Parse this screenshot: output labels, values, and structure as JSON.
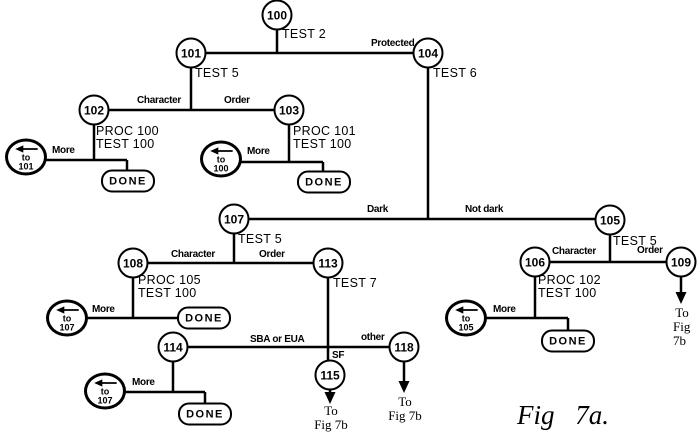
{
  "caption": "Fig 7a.",
  "labels": {
    "more": "More",
    "done": "DONE",
    "character": "Character",
    "order": "Order",
    "protected": "Protected",
    "dark": "Dark",
    "not_dark": "Not dark",
    "other": "other",
    "sba_or_eua": "SBA or EUA",
    "sf": "SF",
    "to": "To",
    "fig7b": "Fig 7b",
    "to_word": "to"
  },
  "nodes": {
    "n100": "100",
    "n101": "101",
    "n102": "102",
    "n103": "103",
    "n104": "104",
    "n105": "105",
    "n106": "106",
    "n107": "107",
    "n108": "108",
    "n109": "109",
    "n113": "113",
    "n114": "114",
    "n115": "115",
    "n118": "118"
  },
  "node_texts": {
    "test2": "TEST 2",
    "test5": "TEST 5",
    "test6": "TEST 6",
    "test7": "TEST 7",
    "test100": "TEST 100",
    "proc100": "PROC 100",
    "proc101": "PROC 101",
    "proc102": "PROC 102",
    "proc105": "PROC 105"
  },
  "returns": {
    "to101": "101",
    "to100": "100",
    "to107": "107",
    "to105": "105"
  }
}
